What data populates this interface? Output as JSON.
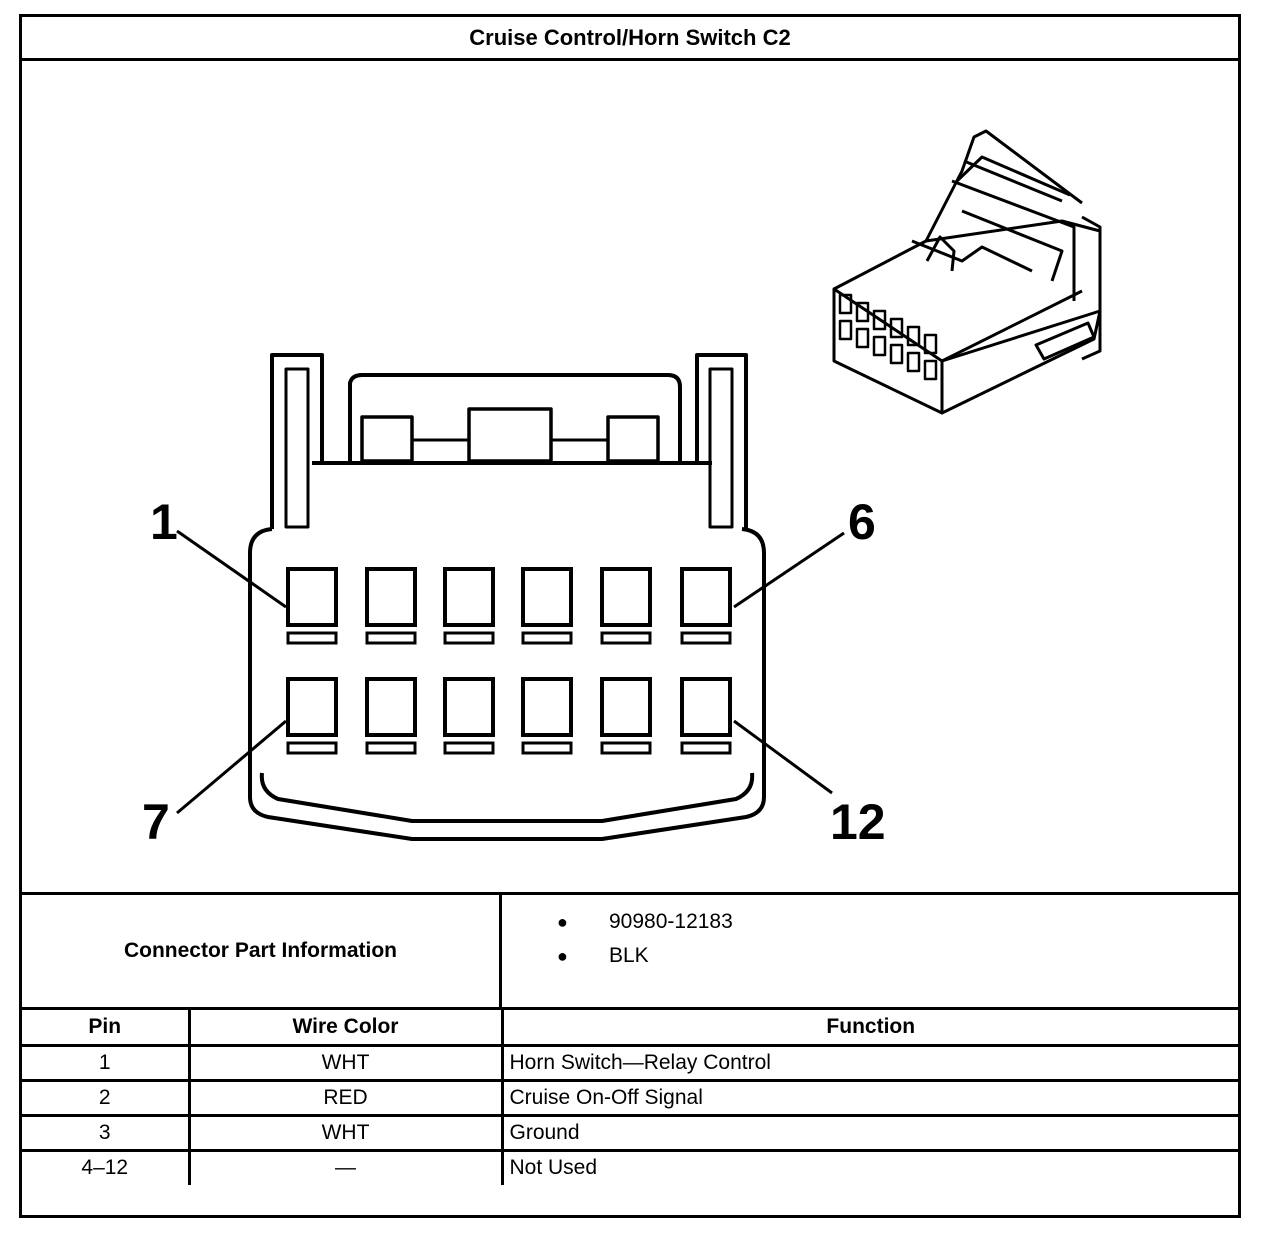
{
  "title": "Cruise Control/Horn Switch C2",
  "diagram": {
    "pin_labels": [
      "1",
      "6",
      "7",
      "12"
    ]
  },
  "connector_info": {
    "label": "Connector Part Information",
    "items": [
      "90980-12183",
      "BLK"
    ]
  },
  "pin_table": {
    "headers": [
      "Pin",
      "Wire Color",
      "Function"
    ],
    "rows": [
      {
        "pin": "1",
        "wire_color": "WHT",
        "function": "Horn Switch—Relay Control"
      },
      {
        "pin": "2",
        "wire_color": "RED",
        "function": "Cruise On-Off Signal"
      },
      {
        "pin": "3",
        "wire_color": "WHT",
        "function": "Ground"
      },
      {
        "pin": "4–12",
        "wire_color": "—",
        "function": "Not Used"
      }
    ]
  }
}
